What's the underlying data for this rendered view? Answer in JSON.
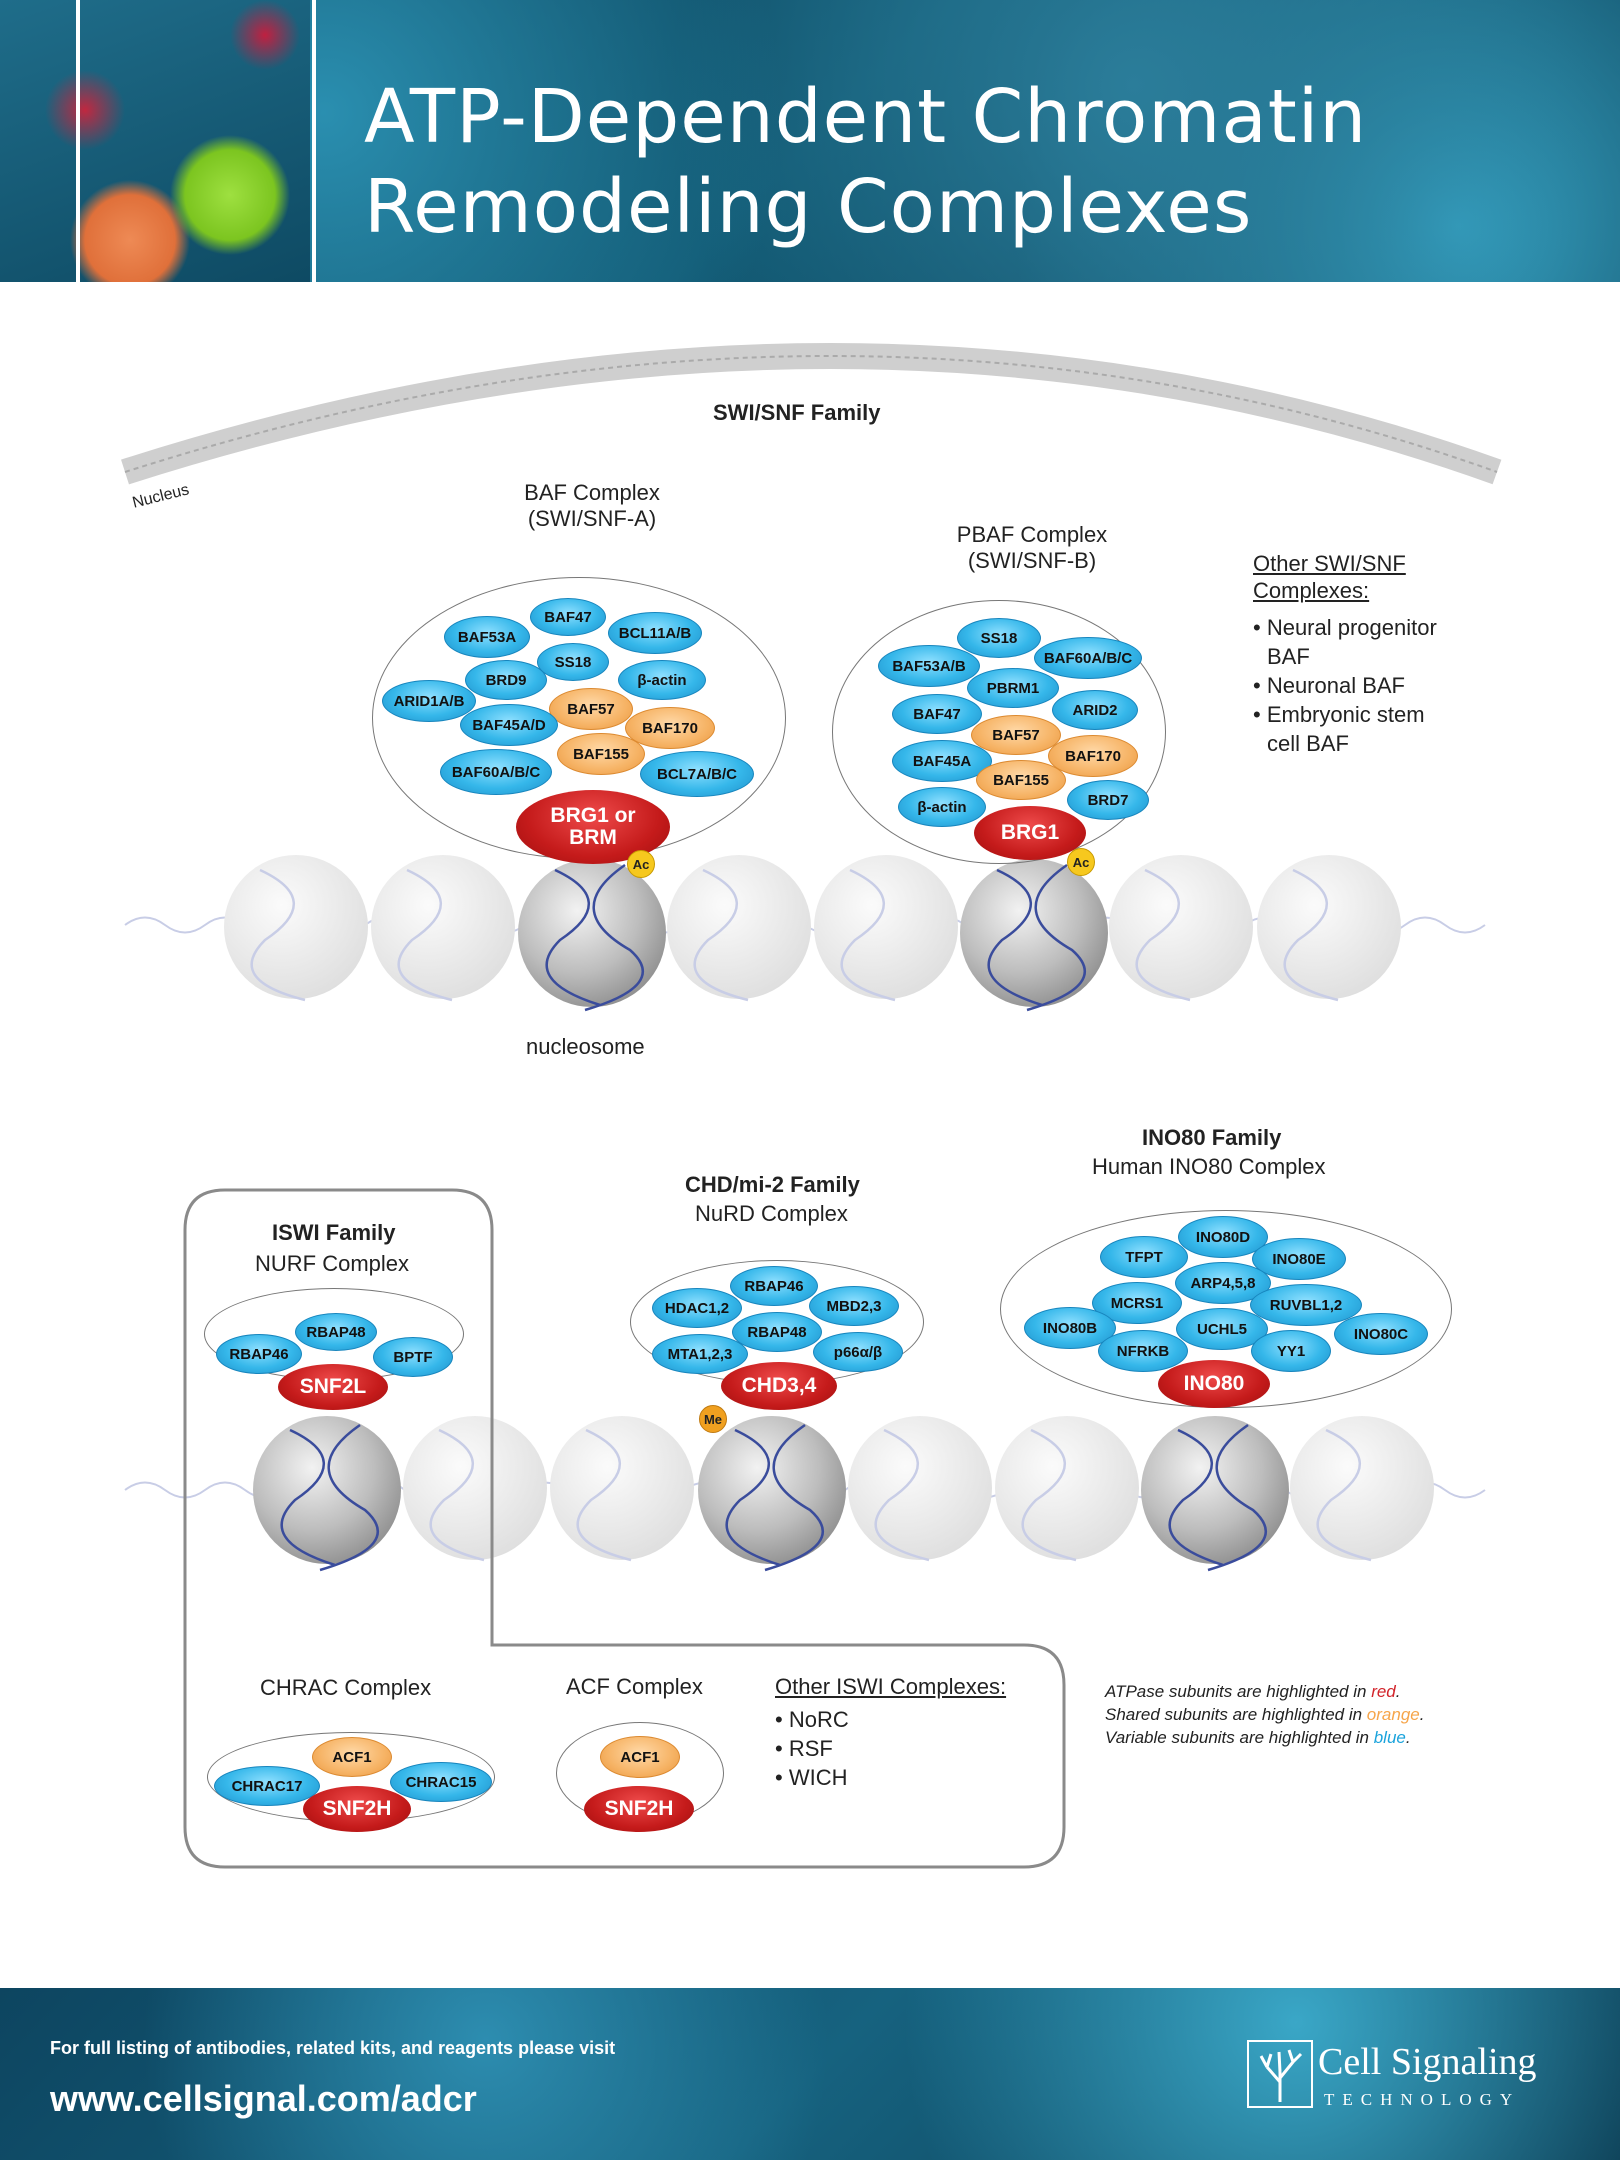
{
  "header": {
    "title_line1": "ATP-Dependent Chromatin",
    "title_line2": "Remodeling Complexes"
  },
  "swi": {
    "family": "SWI/SNF Family",
    "nucleus": "Nucleus",
    "nucleosome": "nucleosome",
    "baf": {
      "name": "BAF Complex",
      "sub": "(SWI/SNF-A)",
      "s": [
        "BAF47",
        "BAF53A",
        "BCL11A/B",
        "SS18",
        "BRD9",
        "β-actin",
        "ARID1A/B",
        "BAF57",
        "BAF45A/D",
        "BAF170",
        "BAF155",
        "BAF60A/B/C",
        "BCL7A/B/C"
      ],
      "atpase_1": "BRG1 or",
      "atpase_2": "BRM",
      "mark": "Ac"
    },
    "pbaf": {
      "name": "PBAF Complex",
      "sub": "(SWI/SNF-B)",
      "s": [
        "SS18",
        "BAF53A/B",
        "BAF60A/B/C",
        "PBRM1",
        "BAF47",
        "ARID2",
        "BAF57",
        "BAF45A",
        "BAF170",
        "BAF155",
        "β-actin",
        "BRD7"
      ],
      "atpase": "BRG1",
      "mark": "Ac"
    },
    "other": {
      "title_1": "Other SWI/SNF",
      "title_2": "Complexes:",
      "items": [
        "• Neural progenitor",
        "BAF",
        "• Neuronal BAF",
        "• Embryonic stem",
        "cell BAF"
      ]
    }
  },
  "iswi": {
    "family": "ISWI Family",
    "nurf": "NURF Complex",
    "nurf_s": [
      "RBAP48",
      "RBAP46",
      "BPTF"
    ],
    "nurf_atpase": "SNF2L",
    "chrac": "CHRAC Complex",
    "chrac_s": [
      "ACF1",
      "CHRAC17",
      "CHRAC15"
    ],
    "chrac_atpase": "SNF2H",
    "acf": "ACF Complex",
    "acf_s": [
      "ACF1"
    ],
    "acf_atpase": "SNF2H",
    "other_title": "Other ISWI Complexes:",
    "other_items": [
      "• NoRC",
      "• RSF",
      "• WICH"
    ]
  },
  "chd": {
    "family": "CHD/mi-2 Family",
    "nurd": "NuRD Complex",
    "s": [
      "RBAP46",
      "HDAC1,2",
      "MBD2,3",
      "RBAP48",
      "MTA1,2,3",
      "p66α/β"
    ],
    "atpase": "CHD3,4",
    "mark": "Me"
  },
  "ino80": {
    "family": "INO80 Family",
    "name": "Human INO80 Complex",
    "s": [
      "INO80D",
      "TFPT",
      "INO80E",
      "ARP4,5,8",
      "MCRS1",
      "RUVBL1,2",
      "INO80B",
      "UCHL5",
      "INO80C",
      "NFRKB",
      "YY1"
    ],
    "atpase": "INO80"
  },
  "legend": {
    "l1_a": "ATPase subunits are highlighted in ",
    "l1_b": "red",
    "l1_c": ".",
    "l2_a": "Shared subunits are highlighted in ",
    "l2_b": "orange",
    "l2_c": ".",
    "l3_a": "Variable subunits are highlighted in ",
    "l3_b": "blue",
    "l3_c": ".",
    "colors": {
      "red": "#d2232a",
      "orange": "#f6a54a",
      "blue": "#1aa3dc"
    }
  },
  "footer": {
    "line1": "For full listing of antibodies, related kits, and reagents please visit",
    "url": "www.cellsignal.com/adcr",
    "logo1": "Cell Signaling",
    "logo2": "TECHNOLOGY"
  }
}
